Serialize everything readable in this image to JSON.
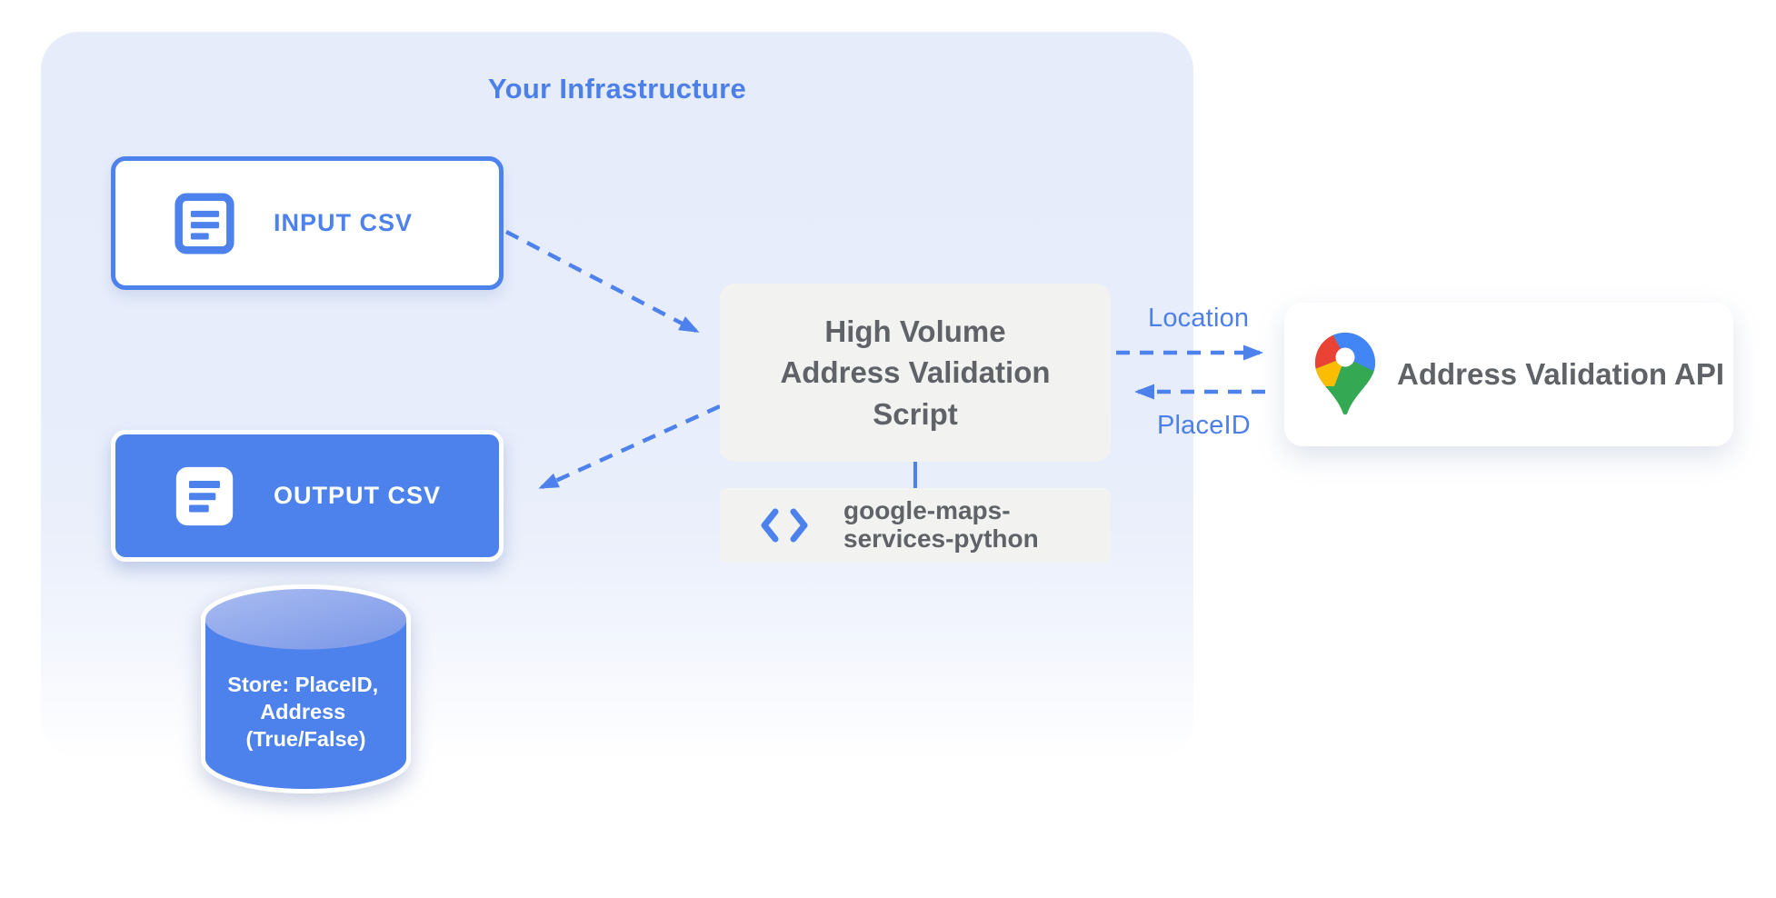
{
  "title": "Your Infrastructure",
  "nodes": {
    "input_csv": {
      "label": "INPUT CSV",
      "icon": "document-lines-icon"
    },
    "output_csv": {
      "label": "OUTPUT CSV",
      "icon": "document-lines-icon"
    },
    "script": {
      "lines": [
        "High Volume",
        "Address Validation",
        "Script"
      ]
    },
    "library": {
      "lines": [
        "google-maps-",
        "services-python"
      ],
      "icon": "code-icon"
    },
    "datastore": {
      "lines": [
        "Store: PlaceID,",
        "Address",
        "(True/False)"
      ]
    },
    "api": {
      "label": "Address Validation API",
      "icon": "google-maps-pin-icon"
    }
  },
  "edges": {
    "input_to_script": {
      "style": "dashed"
    },
    "script_to_output": {
      "style": "dashed"
    },
    "script_to_api": {
      "label": "Location",
      "style": "dashed"
    },
    "api_to_script": {
      "label": "PlaceID",
      "style": "dashed"
    },
    "script_to_library": {
      "style": "solid"
    }
  },
  "colors": {
    "accent_blue": "#4D82EC",
    "container_bg": "#E7ECFA",
    "node_gray_bg": "#F2F2F0",
    "text_gray": "#5F6368",
    "google_red": "#EA4335",
    "google_blue": "#4285F4",
    "google_yellow": "#FBBC04",
    "google_green": "#34A853"
  }
}
